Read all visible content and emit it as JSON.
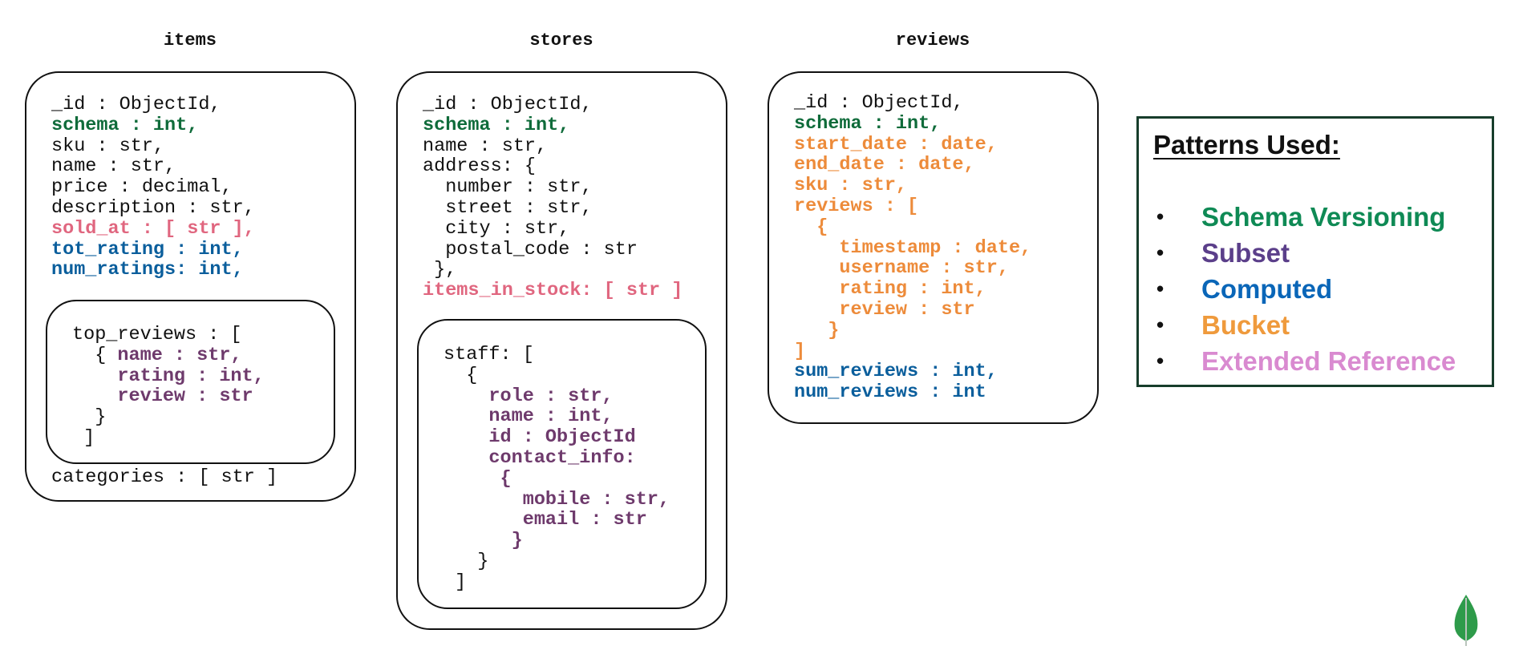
{
  "collections": {
    "items": {
      "title": "items",
      "lines": [
        {
          "text": "_id : ObjectId,",
          "pattern": ""
        },
        {
          "text": "schema : int,",
          "pattern": "schema"
        },
        {
          "text": "sku : str,",
          "pattern": ""
        },
        {
          "text": "name : str,",
          "pattern": ""
        },
        {
          "text": "price : decimal,",
          "pattern": ""
        },
        {
          "text": "description : str,",
          "pattern": ""
        },
        {
          "text": "sold_at : [ str ],",
          "pattern": "extref"
        },
        {
          "text": "tot_rating : int,",
          "pattern": "computed"
        },
        {
          "text": "num_ratings: int,",
          "pattern": "computed"
        }
      ],
      "inner_lines": [
        {
          "text": "top_reviews : [",
          "pattern": ""
        },
        {
          "text": "  { name : str,",
          "pattern": "subset",
          "prefix": "  { ",
          "rest": "name : str,"
        },
        {
          "text": "    rating : int,",
          "pattern": "subset"
        },
        {
          "text": "    review : str",
          "pattern": "subset"
        },
        {
          "text": "  }",
          "pattern": ""
        },
        {
          "text": " ]",
          "pattern": ""
        }
      ],
      "after_lines": [
        {
          "text": "categories : [ str ]",
          "pattern": ""
        }
      ]
    },
    "stores": {
      "title": "stores",
      "lines": [
        {
          "text": "_id : ObjectId,",
          "pattern": ""
        },
        {
          "text": "schema : int,",
          "pattern": "schema"
        },
        {
          "text": "name : str,",
          "pattern": ""
        },
        {
          "text": "address: {",
          "pattern": ""
        },
        {
          "text": "  number : str,",
          "pattern": ""
        },
        {
          "text": "  street : str,",
          "pattern": ""
        },
        {
          "text": "  city : str,",
          "pattern": ""
        },
        {
          "text": "  postal_code : str",
          "pattern": ""
        },
        {
          "text": " },",
          "pattern": ""
        },
        {
          "text": "items_in_stock: [ str ]",
          "pattern": "extref"
        }
      ],
      "inner_lines": [
        {
          "text": "staff: [",
          "pattern": ""
        },
        {
          "text": "  {",
          "pattern": ""
        },
        {
          "text": "    role : str,",
          "pattern": "subset"
        },
        {
          "text": "    name : int,",
          "pattern": "subset"
        },
        {
          "text": "    id : ObjectId",
          "pattern": "subset"
        },
        {
          "text": "    contact_info:",
          "pattern": "subset"
        },
        {
          "text": "     {",
          "pattern": "subset"
        },
        {
          "text": "       mobile : str,",
          "pattern": "subset"
        },
        {
          "text": "       email : str",
          "pattern": "subset"
        },
        {
          "text": "      }",
          "pattern": "subset"
        },
        {
          "text": "   }",
          "pattern": ""
        },
        {
          "text": " ]",
          "pattern": ""
        }
      ]
    },
    "reviews": {
      "title": "reviews",
      "lines": [
        {
          "text": "_id : ObjectId,",
          "pattern": ""
        },
        {
          "text": "schema : int,",
          "pattern": "schema"
        },
        {
          "text": "start_date : date,",
          "pattern": "bucket"
        },
        {
          "text": "end_date : date,",
          "pattern": "bucket"
        },
        {
          "text": "sku : str,",
          "pattern": "bucket"
        },
        {
          "text": "reviews : [",
          "pattern": "bucket"
        },
        {
          "text": "  {",
          "pattern": "bucket"
        },
        {
          "text": "    timestamp : date,",
          "pattern": "bucket"
        },
        {
          "text": "    username : str,",
          "pattern": "bucket"
        },
        {
          "text": "    rating : int,",
          "pattern": "bucket"
        },
        {
          "text": "    review : str",
          "pattern": "bucket"
        },
        {
          "text": "   }",
          "pattern": "bucket"
        },
        {
          "text": "]",
          "pattern": "bucket"
        },
        {
          "text": "sum_reviews : int,",
          "pattern": "computed"
        },
        {
          "text": "num_reviews : int",
          "pattern": "computed"
        }
      ]
    }
  },
  "legend": {
    "title": "Patterns Used:",
    "items": [
      {
        "label": "Schema Versioning",
        "color": "#0f8a55"
      },
      {
        "label": "Subset",
        "color": "#5b3f8a"
      },
      {
        "label": "Computed",
        "color": "#0a66b8"
      },
      {
        "label": "Bucket",
        "color": "#ef9a3c"
      },
      {
        "label": "Extended Reference",
        "color": "#d98ad0"
      }
    ],
    "bullet": "•"
  },
  "colors": {
    "schema": "#0f6b3a",
    "subset": "#6e3a6c",
    "computed": "#0a5e9c",
    "bucket": "#ed8b3a",
    "extref": "#e0667f",
    "logo": "#2e9b4a"
  },
  "logo_icon": "mongodb-leaf-icon"
}
